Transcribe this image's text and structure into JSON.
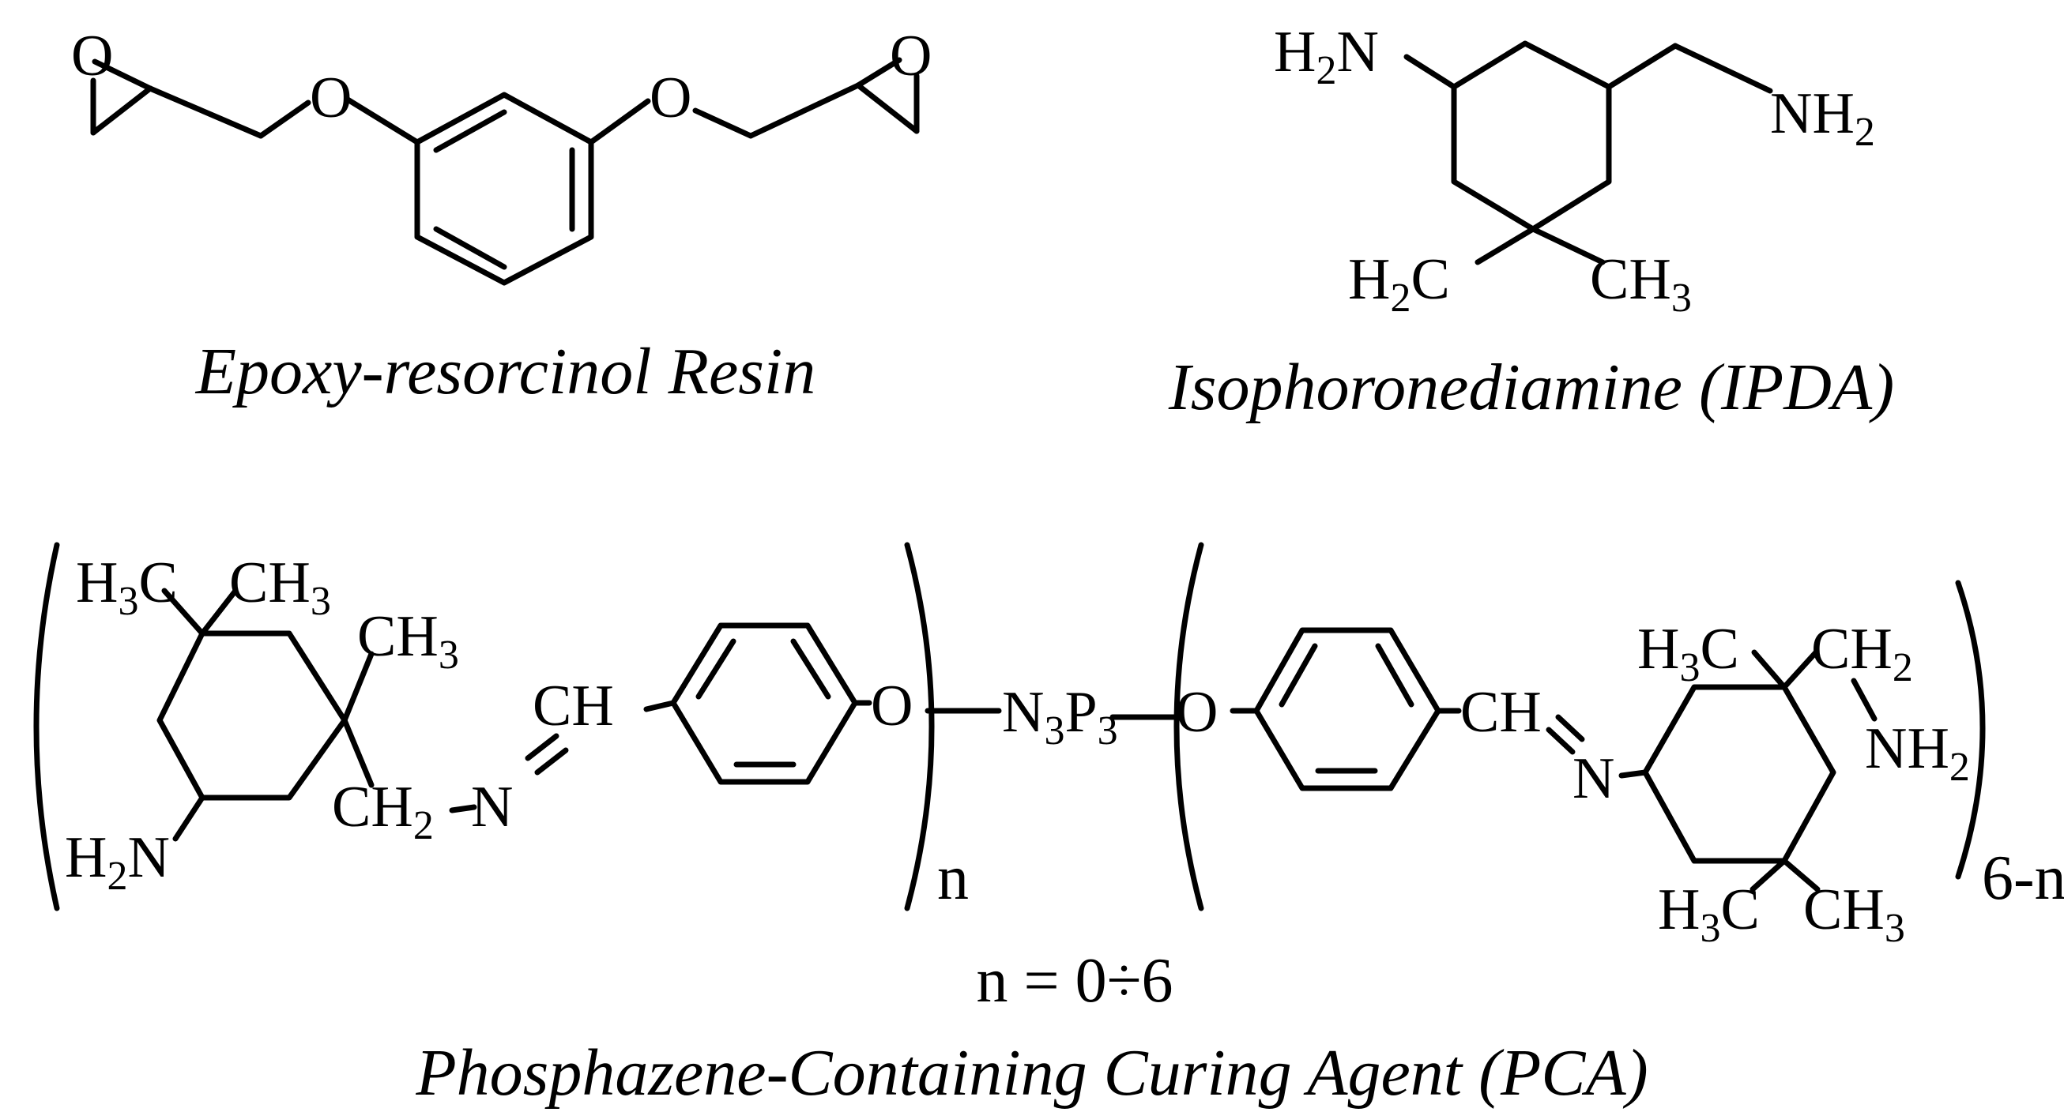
{
  "captions": {
    "epoxy": "Epoxy-resorcinol Resin",
    "ipda": "Isophoronediamine (IPDA)",
    "pca": "Phosphazene-Containing Curing Agent (PCA)"
  },
  "atoms": {
    "o": "O",
    "h": "H",
    "c": "C",
    "n": "N",
    "p": "P",
    "ch": "CH",
    "nh": "NH",
    "h_left": "H",
    "sub2": "2",
    "sub3": "3",
    "n_index": "n",
    "six_minus_n": "6-n"
  },
  "equation": {
    "prefix": "n = 0",
    "divide": "÷",
    "suffix": "6"
  }
}
